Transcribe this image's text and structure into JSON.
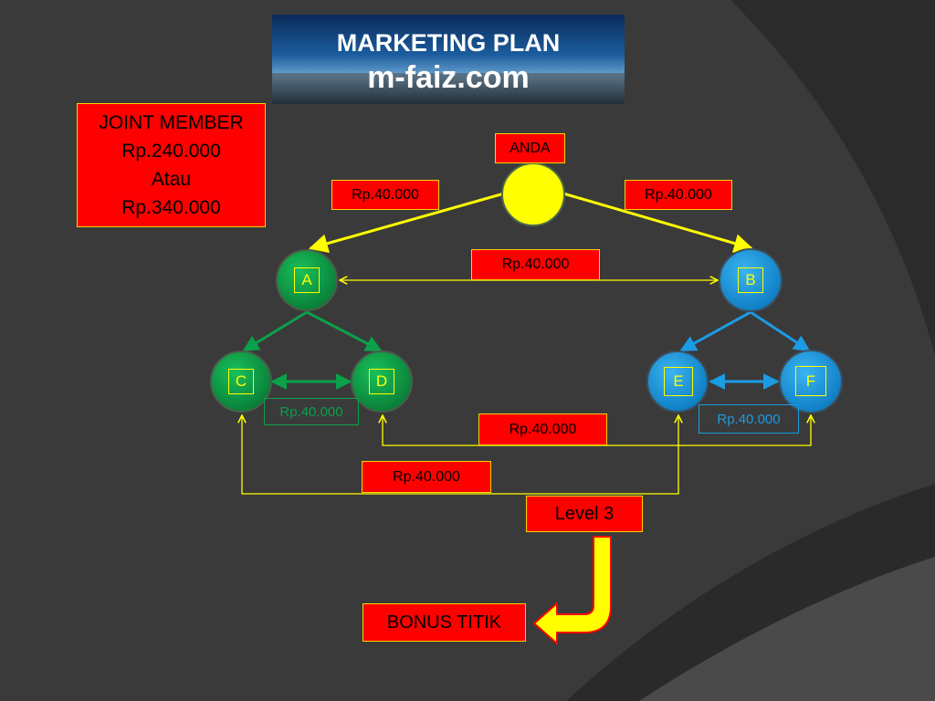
{
  "banner": {
    "line1": "MARKETING PLAN",
    "line2": "m-faiz.com"
  },
  "joint": {
    "line1": "JOINT MEMBER",
    "line2": "Rp.240.000",
    "line3": "Atau",
    "line4": "Rp.340.000"
  },
  "top_node": {
    "label": "ANDA"
  },
  "nodes": {
    "a": "A",
    "b": "B",
    "c": "C",
    "d": "D",
    "e": "E",
    "f": "F"
  },
  "amounts": {
    "left_branch": "Rp.40.000",
    "right_branch": "Rp.40.000",
    "a_b_link": "Rp.40.000",
    "c_d_link": "Rp.40.000",
    "e_f_link": "Rp.40.000",
    "d_f_link": "Rp.40.000",
    "c_e_link": "Rp.40.000"
  },
  "level": "Level 3",
  "bonus": "BONUS TITIK",
  "colors": {
    "background": "#3a3a3a",
    "yellow": "#ffff00",
    "green": "#0aa14a",
    "blue": "#1b9be3",
    "red": "#ff0000"
  }
}
